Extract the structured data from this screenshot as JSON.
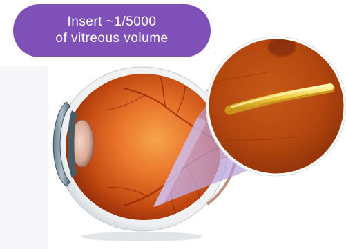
{
  "callout": {
    "line1": "Insert ~1/5000",
    "line2": "of vitreous volume"
  },
  "icons": [
    "eye-cross-section-illustration",
    "retina-fundus-magnifier-inset",
    "implant-rod"
  ],
  "colors": {
    "callout_background": "#7e50b8",
    "callout_text": "#ffffff",
    "magnifier_beam": "#b49ad6",
    "retina": "#b5490f",
    "implant": "#f4d040"
  }
}
